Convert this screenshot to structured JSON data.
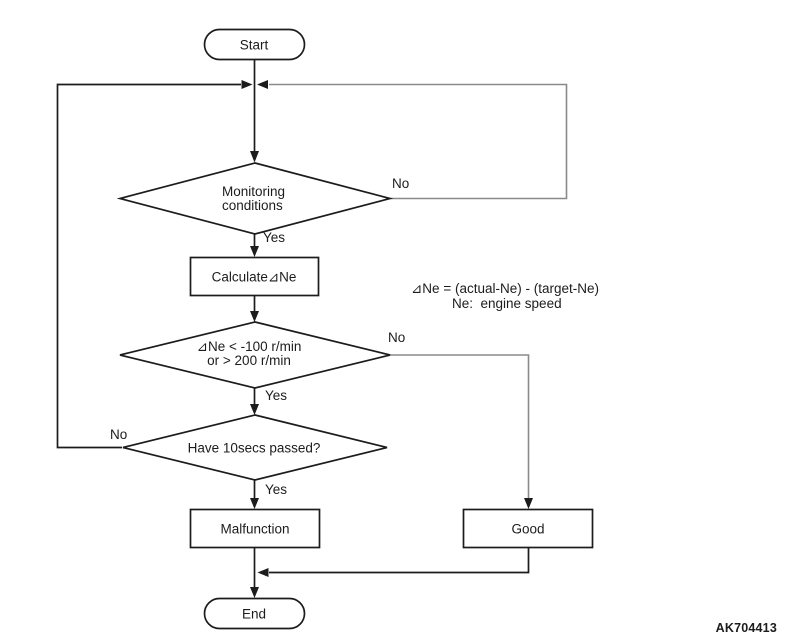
{
  "diagram": {
    "colors": {
      "line": "#1c1c1c",
      "faded_line": "#8a8a8a",
      "shape_fill": "#ffffff",
      "background": "#ffffff"
    },
    "nodes": {
      "start": {
        "label": "Start"
      },
      "monitoring": {
        "line1": "Monitoring",
        "line2": "conditions"
      },
      "calculate": {
        "label": "Calculate⊿Ne"
      },
      "delta_check": {
        "line1": "⊿Ne < -100 r/min",
        "line2": "or > 200 r/min"
      },
      "timer": {
        "label": "Have 10secs passed?"
      },
      "malfunction": {
        "label": "Malfunction"
      },
      "good": {
        "label": "Good"
      },
      "end": {
        "label": "End"
      }
    },
    "edge_labels": {
      "monitoring_no": "No",
      "monitoring_yes": "Yes",
      "delta_no": "No",
      "delta_yes": "Yes",
      "timer_no": "No",
      "timer_yes": "Yes"
    },
    "annotation": {
      "line1": "⊿Ne = (actual-Ne) - (target-Ne)",
      "line2": "Ne:  engine speed"
    },
    "figure_code": "AK704413"
  }
}
